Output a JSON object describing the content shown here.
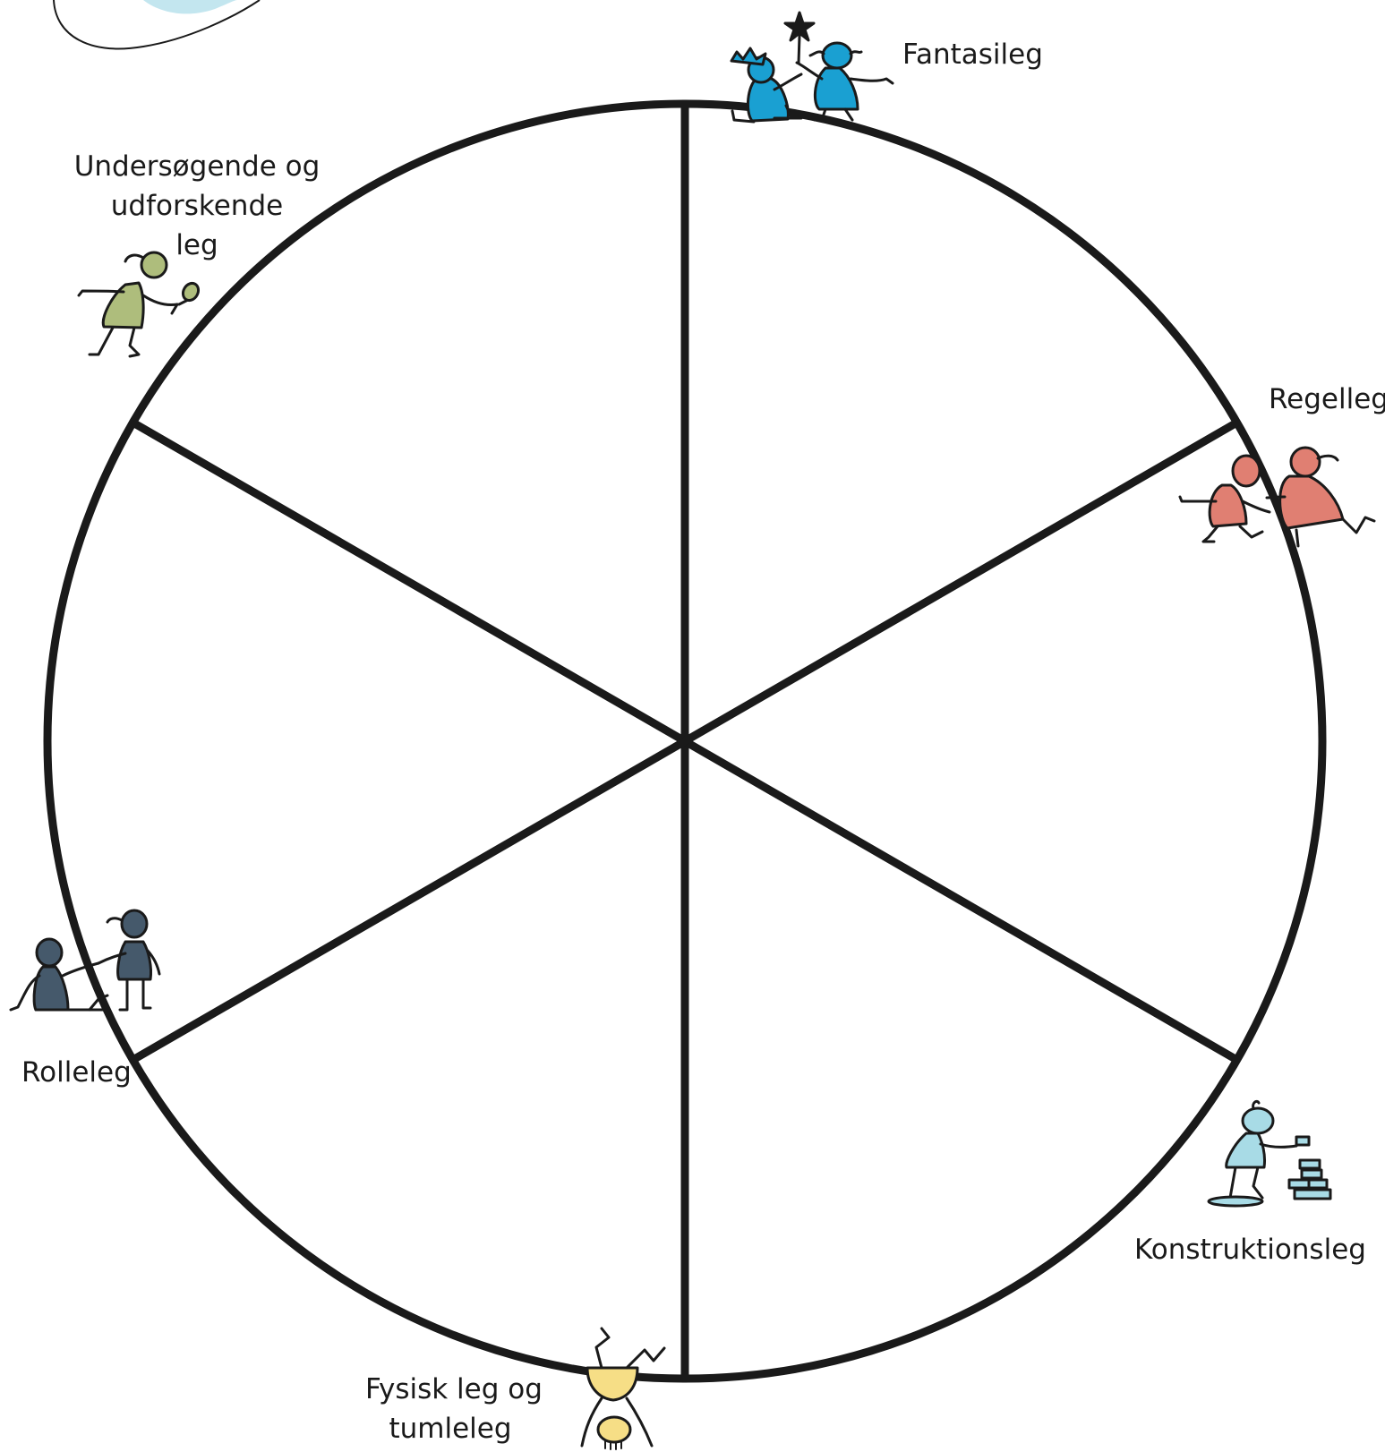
{
  "diagram": {
    "segments": [
      {
        "id": "fantasileg",
        "lines": [
          "Fantasileg"
        ],
        "figure_icon": "children-crown-wand-icon",
        "color": "#1aa0d2"
      },
      {
        "id": "regelleg",
        "lines": [
          "Regelleg"
        ],
        "figure_icon": "children-running-icon",
        "color": "#e07f72"
      },
      {
        "id": "konstruktionsleg",
        "lines": [
          "Konstruktionsleg"
        ],
        "figure_icon": "child-stacking-blocks-icon",
        "color": "#a8dbe6"
      },
      {
        "id": "fysisk-leg",
        "lines": [
          "Fysisk leg og",
          "tumleleg"
        ],
        "figure_icon": "child-handstand-icon",
        "color": "#f6de86"
      },
      {
        "id": "rolleleg",
        "lines": [
          "Rolleleg"
        ],
        "figure_icon": "children-role-play-icon",
        "color": "#45596b"
      },
      {
        "id": "undersogende-leg",
        "lines": [
          "Undersøgende og",
          "udforskende",
          "leg"
        ],
        "figure_icon": "child-with-magnifier-icon",
        "color": "#aebd7c"
      }
    ],
    "corner_decoration": "cloud-shape-icon",
    "outline_color": "#1a1a1a",
    "cloud_fill": "#c3e6ef"
  }
}
